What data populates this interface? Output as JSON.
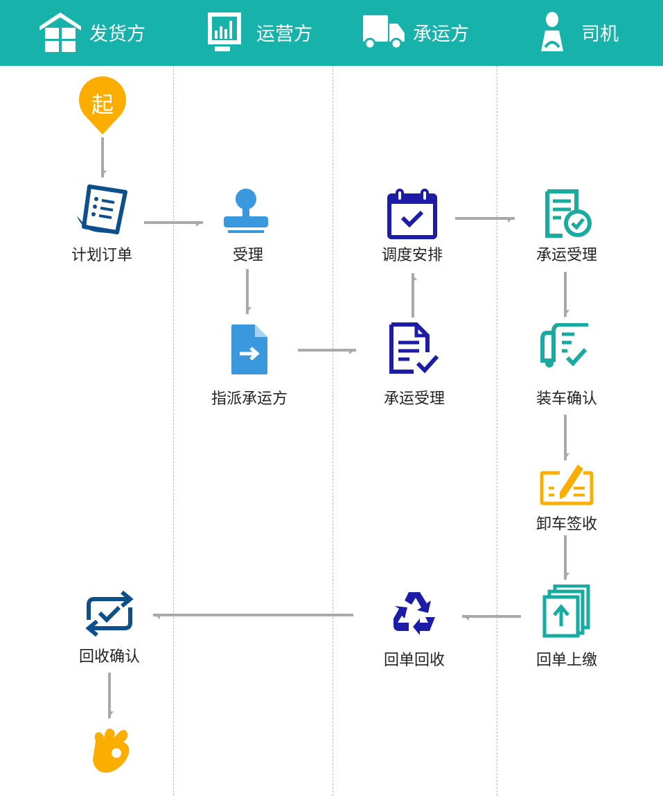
{
  "lanes": [
    {
      "label": "发货方",
      "icon": "warehouse-icon"
    },
    {
      "label": "运营方",
      "icon": "monitor-chart-icon"
    },
    {
      "label": "承运方",
      "icon": "truck-icon"
    },
    {
      "label": "司机",
      "icon": "driver-icon"
    }
  ],
  "start": {
    "label": "起",
    "color": "#fbae00"
  },
  "nodes": {
    "plan_order": "计划订单",
    "accept": "受理",
    "dispatch": "调度安排",
    "driver_accept": "承运受理",
    "assign_carrier": "指派承运方",
    "carrier_accept": "承运受理",
    "load_confirm": "装车确认",
    "unload_sign": "卸车签收",
    "receipt_submit": "回单上缴",
    "receipt_collect": "回单回收",
    "collect_confirm": "回收确认"
  },
  "colors": {
    "header": "#17b3aa",
    "arrow": "#a9a9a9",
    "navy": "#0d4f8b",
    "blue": "#3a99dc",
    "indigo": "#1c1ca8",
    "teal": "#19ab9f",
    "orange": "#fbae00"
  }
}
